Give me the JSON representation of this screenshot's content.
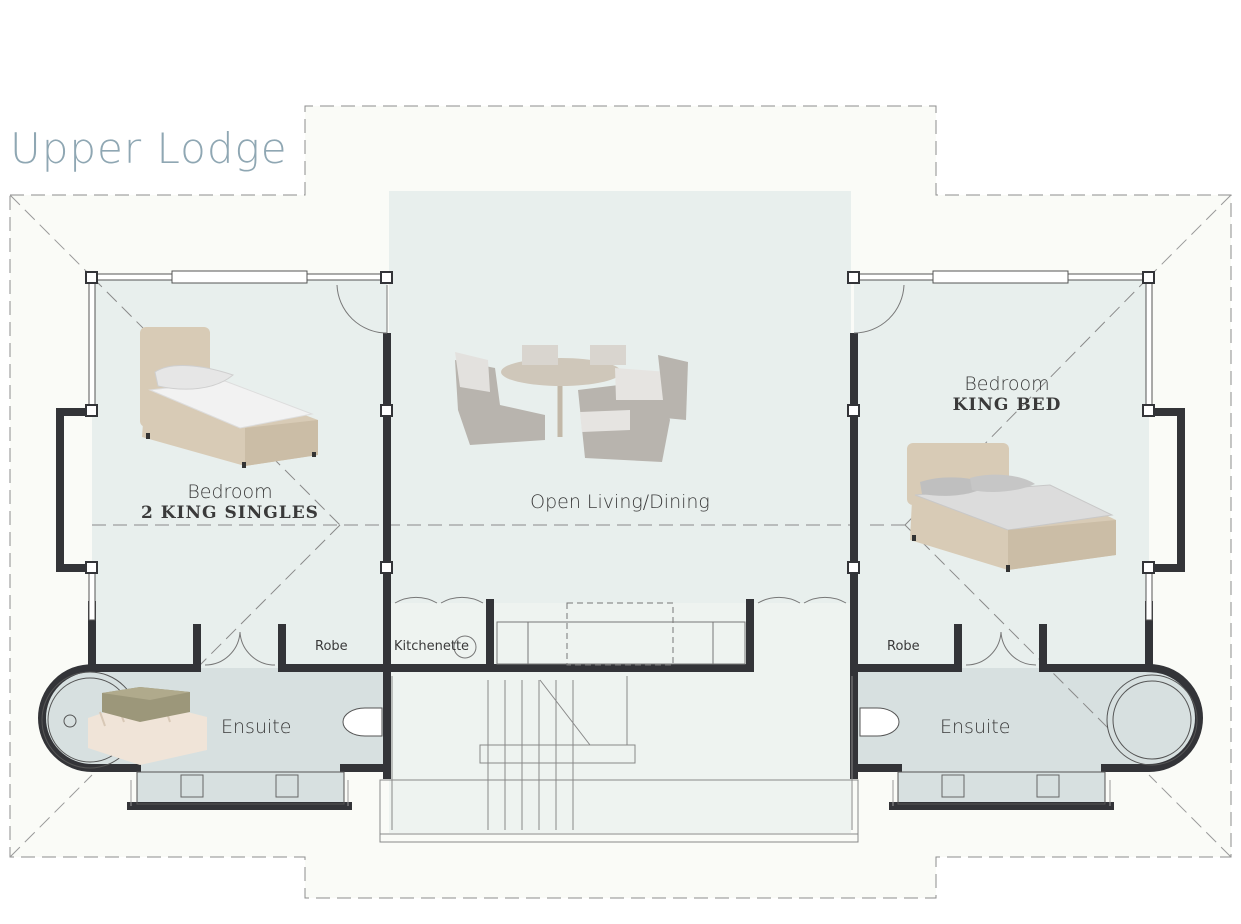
{
  "title": "Upper Lodge",
  "rooms": {
    "bedroom_left": {
      "name": "Bedroom",
      "bed": "2 KING SINGLES"
    },
    "living": {
      "name": "Open Living/Dining"
    },
    "bedroom_right": {
      "name": "Bedroom",
      "bed": "KING BED"
    },
    "robe_left": "Robe",
    "robe_right": "Robe",
    "kitchenette": "Kitchenette",
    "ensuite_left": "Ensuite",
    "ensuite_right": "Ensuite"
  },
  "colors": {
    "title": "#8fa7b3",
    "wall": "#333438",
    "room_fill": "#e8efed",
    "ensuite_fill": "#d7e0e0",
    "outer_fill": "#fafbf7",
    "bed_frame": "#d8cbb6",
    "linen": "#ececec",
    "wicker": "#b8b4ae",
    "table": "#cfc7ba"
  },
  "icons": [
    "single-bed-image",
    "dining-set-image",
    "king-bed-image",
    "soap-dish-image",
    "toilet-icon",
    "bath-icon",
    "staircase"
  ]
}
